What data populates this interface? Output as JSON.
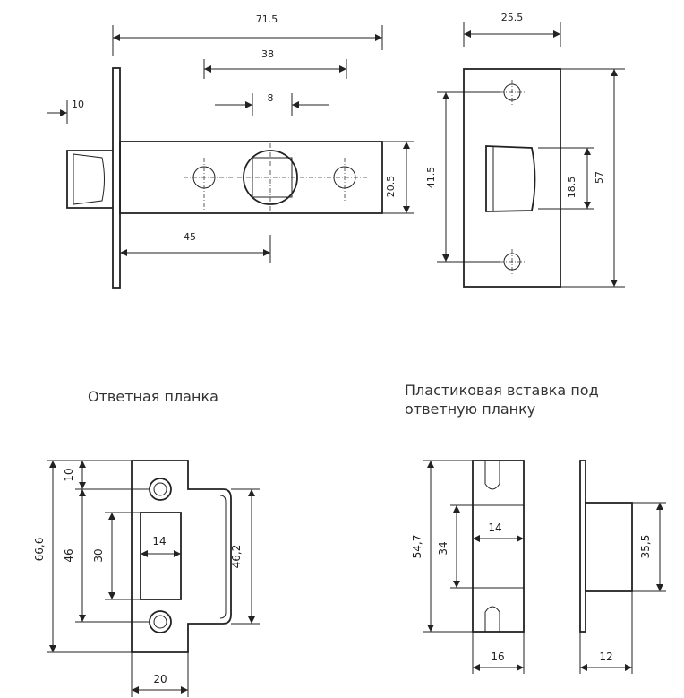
{
  "latch_dims": {
    "overall_length": "71.5",
    "backset_span": "38",
    "spindle_square": "8",
    "faceplate_thickness": "10",
    "backset": "45",
    "body_height": "20.5"
  },
  "faceplate_dims": {
    "width": "25.5",
    "hole_spacing": "41.5",
    "opening_height": "18.5",
    "plate_height": "57"
  },
  "strike_plate": {
    "caption": "Ответная планка",
    "total_height": "66,6",
    "top_offset": "10",
    "hole_spacing": "46",
    "opening_height": "30",
    "opening_width": "14",
    "lip_height": "46,2",
    "plate_width": "20"
  },
  "plastic_insert": {
    "caption_line1": "Пластиковая вставка под",
    "caption_line2": "ответную планку",
    "total_height": "54,7",
    "opening_height": "34",
    "opening_width": "14",
    "width": "16",
    "depth": "12",
    "body_height": "35,5"
  }
}
